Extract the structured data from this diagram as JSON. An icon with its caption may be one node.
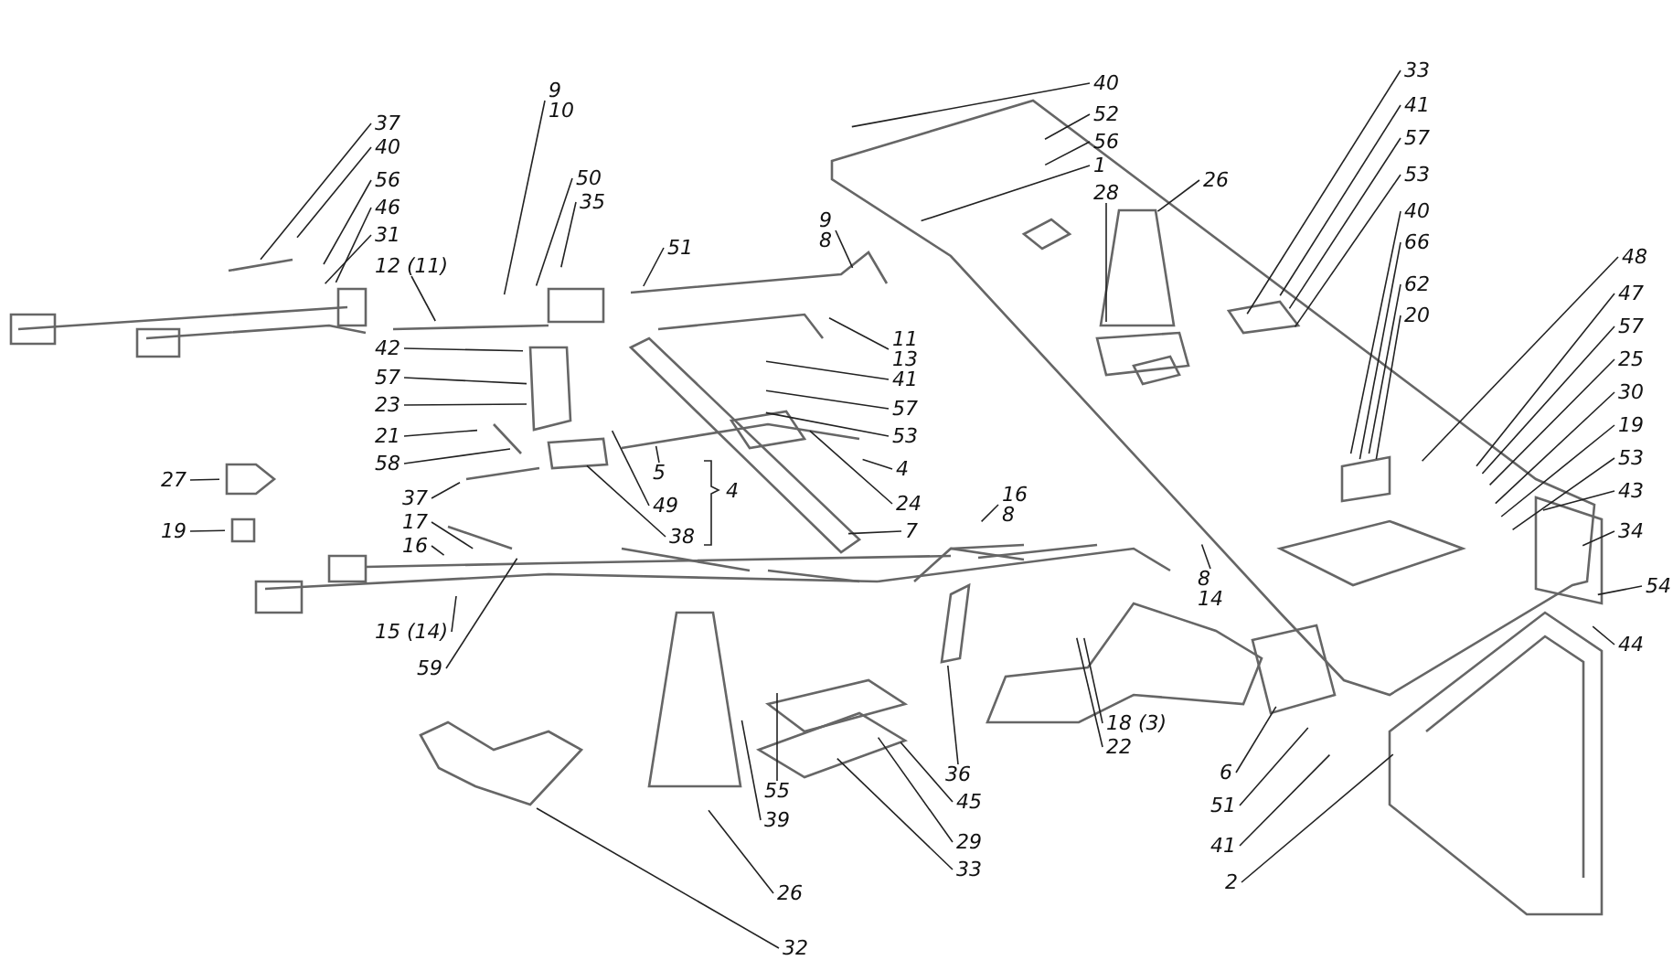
{
  "diagram": {
    "nodes": [
      {
        "text": [
          "37"
        ]
      },
      {
        "text": [
          "40"
        ]
      },
      {
        "text": [
          "56"
        ]
      },
      {
        "text": [
          "46"
        ]
      },
      {
        "text": [
          "31"
        ]
      },
      {
        "text": [
          "12 (11)"
        ]
      },
      {
        "text": [
          "9",
          "10"
        ]
      },
      {
        "text": [
          "50"
        ]
      },
      {
        "text": [
          "35"
        ]
      },
      {
        "text": [
          "51"
        ]
      },
      {
        "text": [
          "9",
          "8"
        ]
      },
      {
        "text": [
          "11",
          "13"
        ]
      },
      {
        "text": [
          "42"
        ]
      },
      {
        "text": [
          "57"
        ]
      },
      {
        "text": [
          "23"
        ]
      },
      {
        "text": [
          "41"
        ]
      },
      {
        "text": [
          "57"
        ]
      },
      {
        "text": [
          "53"
        ]
      },
      {
        "text": [
          "21"
        ]
      },
      {
        "text": [
          "58"
        ]
      },
      {
        "text": [
          "4"
        ]
      },
      {
        "text": [
          "5"
        ]
      },
      {
        "text": [
          "49"
        ]
      },
      {
        "text": [
          "38"
        ]
      },
      {
        "text": [
          "24"
        ]
      },
      {
        "text": [
          "7"
        ]
      },
      {
        "text": [
          "27"
        ]
      },
      {
        "text": [
          "19"
        ]
      },
      {
        "text": [
          "37"
        ]
      },
      {
        "text": [
          "17"
        ]
      },
      {
        "text": [
          "16"
        ]
      },
      {
        "text": [
          "15 (14)"
        ]
      },
      {
        "text": [
          "59"
        ]
      },
      {
        "text": [
          "16",
          "8"
        ]
      },
      {
        "text": [
          "8",
          "14"
        ]
      },
      {
        "text": [
          "18 (3)"
        ]
      },
      {
        "text": [
          "22"
        ]
      },
      {
        "text": [
          "36"
        ]
      },
      {
        "text": [
          "45"
        ]
      },
      {
        "text": [
          "29"
        ]
      },
      {
        "text": [
          "33"
        ]
      },
      {
        "text": [
          "55"
        ]
      },
      {
        "text": [
          "39"
        ]
      },
      {
        "text": [
          "26"
        ]
      },
      {
        "text": [
          "32"
        ]
      },
      {
        "text": [
          "6"
        ]
      },
      {
        "text": [
          "51"
        ]
      },
      {
        "text": [
          "41"
        ]
      },
      {
        "text": [
          "2"
        ]
      },
      {
        "text": [
          "40"
        ]
      },
      {
        "text": [
          "52"
        ]
      },
      {
        "text": [
          "56"
        ]
      },
      {
        "text": [
          "1"
        ]
      },
      {
        "text": [
          "28"
        ]
      },
      {
        "text": [
          "26"
        ]
      },
      {
        "text": [
          "33"
        ]
      },
      {
        "text": [
          "41"
        ]
      },
      {
        "text": [
          "57"
        ]
      },
      {
        "text": [
          "53"
        ]
      },
      {
        "text": [
          "40"
        ]
      },
      {
        "text": [
          "66"
        ]
      },
      {
        "text": [
          "62"
        ]
      },
      {
        "text": [
          "20"
        ]
      },
      {
        "text": [
          "48"
        ]
      },
      {
        "text": [
          "47"
        ]
      },
      {
        "text": [
          "57"
        ]
      },
      {
        "text": [
          "25"
        ]
      },
      {
        "text": [
          "30"
        ]
      },
      {
        "text": [
          "19"
        ]
      },
      {
        "text": [
          "53"
        ]
      },
      {
        "text": [
          "43"
        ]
      },
      {
        "text": [
          "34"
        ]
      },
      {
        "text": [
          "54"
        ]
      },
      {
        "text": [
          "44"
        ]
      }
    ],
    "edges": [
      {
        "from": 0,
        "to": null,
        "arrow": "none"
      },
      {
        "from": 1,
        "to": null,
        "arrow": "none"
      },
      {
        "from": 2,
        "to": null,
        "arrow": "none"
      },
      {
        "from": 3,
        "to": null,
        "arrow": "none"
      },
      {
        "from": 4,
        "to": null,
        "arrow": "none"
      },
      {
        "from": 5,
        "to": null,
        "arrow": "none"
      },
      {
        "from": 6,
        "to": null,
        "arrow": "none"
      },
      {
        "from": 7,
        "to": null,
        "arrow": "none"
      },
      {
        "from": 8,
        "to": null,
        "arrow": "none"
      },
      {
        "from": 9,
        "to": null,
        "arrow": "none"
      },
      {
        "from": 10,
        "to": null,
        "arrow": "none"
      },
      {
        "from": 11,
        "to": null,
        "arrow": "none"
      },
      {
        "from": 12,
        "to": null,
        "arrow": "none"
      },
      {
        "from": 13,
        "to": null,
        "arrow": "none"
      },
      {
        "from": 14,
        "to": null,
        "arrow": "none"
      },
      {
        "from": 15,
        "to": null,
        "arrow": "none"
      },
      {
        "from": 16,
        "to": null,
        "arrow": "none"
      },
      {
        "from": 17,
        "to": null,
        "arrow": "none"
      },
      {
        "from": 18,
        "to": null,
        "arrow": "none"
      },
      {
        "from": 19,
        "to": null,
        "arrow": "none"
      },
      {
        "from": 20,
        "to": null,
        "arrow": "none"
      },
      {
        "from": 21,
        "to": null,
        "arrow": "none"
      },
      {
        "from": 22,
        "to": null,
        "arrow": "none"
      },
      {
        "from": 23,
        "to": null,
        "arrow": "none"
      },
      {
        "from": 24,
        "to": null,
        "arrow": "none"
      },
      {
        "from": 25,
        "to": null,
        "arrow": "none"
      },
      {
        "from": 26,
        "to": null,
        "arrow": "none"
      },
      {
        "from": 27,
        "to": null,
        "arrow": "none"
      },
      {
        "from": 28,
        "to": null,
        "arrow": "none"
      },
      {
        "from": 29,
        "to": null,
        "arrow": "none"
      },
      {
        "from": 30,
        "to": null,
        "arrow": "none"
      },
      {
        "from": 31,
        "to": null,
        "arrow": "none"
      },
      {
        "from": 32,
        "to": null,
        "arrow": "none"
      },
      {
        "from": 33,
        "to": null,
        "arrow": "none"
      },
      {
        "from": 34,
        "to": null,
        "arrow": "none"
      },
      {
        "from": 35,
        "to": null,
        "arrow": "none"
      },
      {
        "from": 36,
        "to": null,
        "arrow": "none"
      },
      {
        "from": 37,
        "to": null,
        "arrow": "none"
      },
      {
        "from": 38,
        "to": null,
        "arrow": "none"
      },
      {
        "from": 39,
        "to": null,
        "arrow": "none"
      },
      {
        "from": 40,
        "to": null,
        "arrow": "none"
      },
      {
        "from": 41,
        "to": null,
        "arrow": "none"
      },
      {
        "from": 42,
        "to": null,
        "arrow": "none"
      },
      {
        "from": 43,
        "to": null,
        "arrow": "none"
      },
      {
        "from": 44,
        "to": null,
        "arrow": "none"
      },
      {
        "from": 45,
        "to": null,
        "arrow": "none"
      },
      {
        "from": 46,
        "to": null,
        "arrow": "none"
      },
      {
        "from": 47,
        "to": null,
        "arrow": "none"
      },
      {
        "from": 48,
        "to": null,
        "arrow": "none"
      },
      {
        "from": 49,
        "to": null,
        "arrow": "none"
      },
      {
        "from": 50,
        "to": null,
        "arrow": "none"
      },
      {
        "from": 51,
        "to": null,
        "arrow": "none"
      },
      {
        "from": 52,
        "to": null,
        "arrow": "none"
      },
      {
        "from": 53,
        "to": null,
        "arrow": "none"
      },
      {
        "from": 54,
        "to": null,
        "arrow": "none"
      },
      {
        "from": 55,
        "to": null,
        "arrow": "none"
      },
      {
        "from": 56,
        "to": null,
        "arrow": "none"
      },
      {
        "from": 57,
        "to": null,
        "arrow": "none"
      },
      {
        "from": 58,
        "to": null,
        "arrow": "none"
      },
      {
        "from": 59,
        "to": null,
        "arrow": "none"
      },
      {
        "from": 60,
        "to": null,
        "arrow": "none"
      },
      {
        "from": 61,
        "to": null,
        "arrow": "none"
      },
      {
        "from": 62,
        "to": null,
        "arrow": "none"
      },
      {
        "from": 63,
        "to": null,
        "arrow": "none"
      },
      {
        "from": 64,
        "to": null,
        "arrow": "none"
      },
      {
        "from": 65,
        "to": null,
        "arrow": "none"
      },
      {
        "from": 66,
        "to": null,
        "arrow": "none"
      },
      {
        "from": 67,
        "to": null,
        "arrow": "none"
      },
      {
        "from": 68,
        "to": null,
        "arrow": "none"
      },
      {
        "from": 69,
        "to": null,
        "arrow": "none"
      },
      {
        "from": 70,
        "to": null,
        "arrow": "none"
      },
      {
        "from": 71,
        "to": null,
        "arrow": "none"
      },
      {
        "from": 72,
        "to": null,
        "arrow": "none"
      },
      {
        "from": 73,
        "to": null,
        "arrow": "none"
      }
    ],
    "labels": [
      "4"
    ]
  }
}
